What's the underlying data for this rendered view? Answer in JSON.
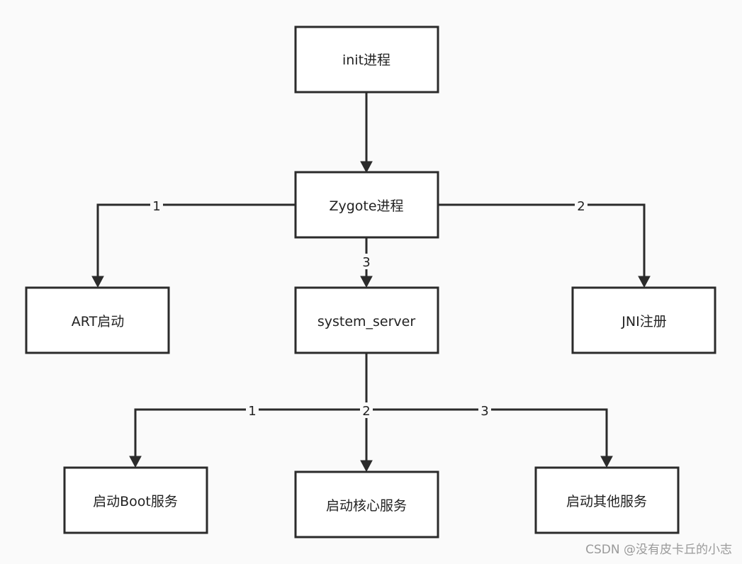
{
  "diagram": {
    "nodes": {
      "init": "init进程",
      "zygote": "Zygote进程",
      "art": "ART启动",
      "system_server": "system_server",
      "jni": "JNI注册",
      "boot_services": "启动Boot服务",
      "core_services": "启动核心服务",
      "other_services": "启动其他服务"
    },
    "edge_labels": {
      "zygote_to_art": "1",
      "zygote_to_jni": "2",
      "zygote_to_system_server": "3",
      "system_server_to_boot": "1",
      "system_server_to_core": "2",
      "system_server_to_other": "3"
    }
  },
  "watermark": "CSDN @没有皮卡丘的小志"
}
